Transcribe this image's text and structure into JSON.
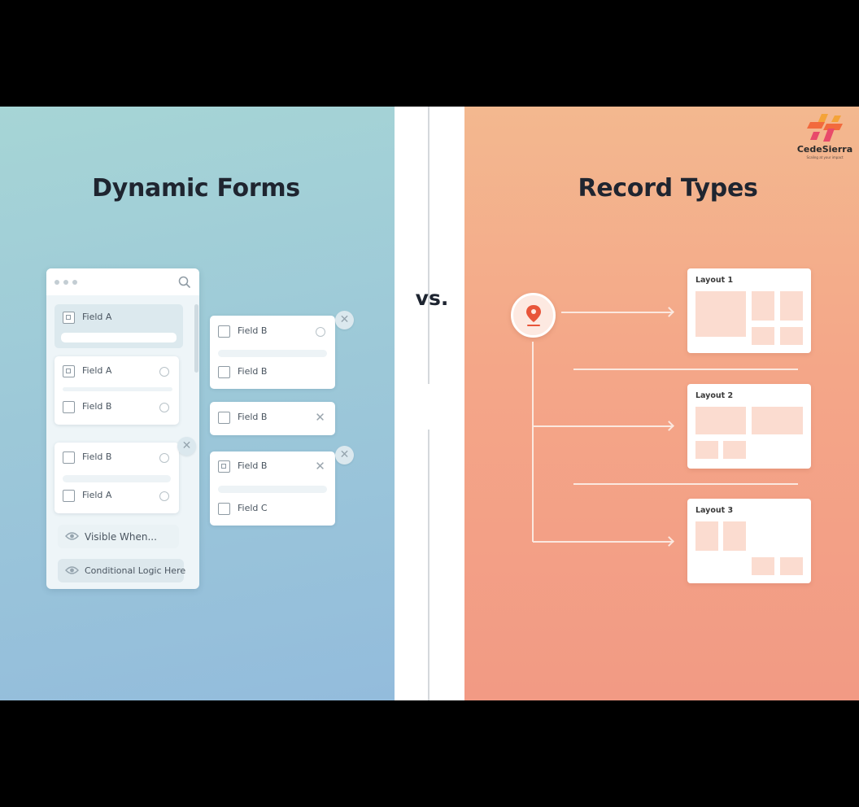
{
  "left": {
    "title": "Dynamic Forms",
    "window": {
      "highlight_field": "Field A",
      "card1": {
        "row1": "Field A",
        "row2": "Field B"
      },
      "card2": {
        "row1": "Field B",
        "row2": "Field A"
      },
      "pills": [
        {
          "label": "Visible When..."
        },
        {
          "label": "Conditional Logic Here"
        }
      ]
    },
    "side_cards": [
      {
        "row1": "Field B",
        "row2": "Field B"
      },
      {
        "row1": "Field B"
      },
      {
        "row1": "Field B",
        "row2": "Field C"
      }
    ]
  },
  "center": {
    "vs_text": "vs."
  },
  "right": {
    "title": "Record Types",
    "layouts": [
      {
        "label": "Layout 1"
      },
      {
        "label": "Layout 2"
      },
      {
        "label": "Layout 3"
      }
    ]
  },
  "logo": {
    "name": "CedeSierra",
    "tagline": "Scaling at your impact",
    "colors": [
      "#f26a3d",
      "#f4a338",
      "#e84a6a"
    ]
  },
  "colors": {
    "left_bg": "#9dc9d8",
    "right_bg": "#f4a688",
    "accent_pin": "#e8553a"
  }
}
